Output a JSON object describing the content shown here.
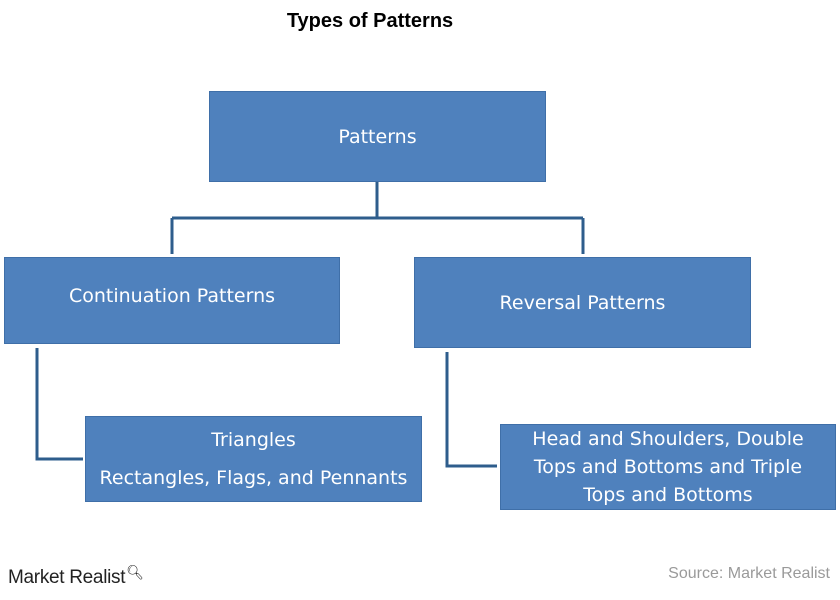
{
  "title": "Types of Patterns",
  "nodes": {
    "root": {
      "label": "Patterns"
    },
    "continuation": {
      "label": "Continuation Patterns"
    },
    "reversal": {
      "label": "Reversal Patterns"
    },
    "continuation_child": {
      "lines": [
        "Triangles",
        "Rectangles, Flags, and Pennants"
      ]
    },
    "reversal_child": {
      "lines": [
        "Head and Shoulders, Double",
        "Tops and Bottoms and Triple",
        "Tops and Bottoms"
      ]
    }
  },
  "colors": {
    "box_fill": "#4f81bd",
    "connector": "#2e5d8c",
    "box_text": "#ffffff",
    "source_text": "#9a9a9a"
  },
  "footer": {
    "logo": "Market Realist",
    "logo_icon": "magnifier-icon",
    "source": "Source: Market Realist"
  }
}
